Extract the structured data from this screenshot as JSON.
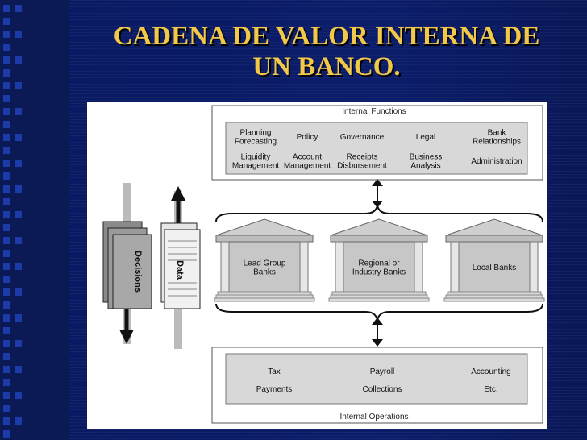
{
  "slide": {
    "title_line1": "CADENA DE VALOR INTERNA DE",
    "title_line2": "UN BANCO."
  },
  "colors": {
    "title": "#f2c84b",
    "background": "#0b1c6a",
    "squares": "#1c3aa8"
  },
  "diagram": {
    "internal_functions": {
      "label": "Internal Functions",
      "row1": [
        "Planning\nForecasting",
        "Policy",
        "Governance",
        "Legal",
        "Bank\nRelationships"
      ],
      "row2": [
        "Liquidity\nManagement",
        "Account\nManagement",
        "Receipts\nDisbursement",
        "Business\nAnalysis",
        "Administration"
      ]
    },
    "banks": [
      "Lead Group\nBanks",
      "Regional or\nIndustry Banks",
      "Local Banks"
    ],
    "internal_operations": {
      "label": "Internal Operations",
      "row1": [
        "Tax",
        "Payroll",
        "Accounting"
      ],
      "row2": [
        "Payments",
        "Collections",
        "Etc."
      ]
    },
    "side": {
      "decisions": "Decisions",
      "data": "Data"
    }
  }
}
